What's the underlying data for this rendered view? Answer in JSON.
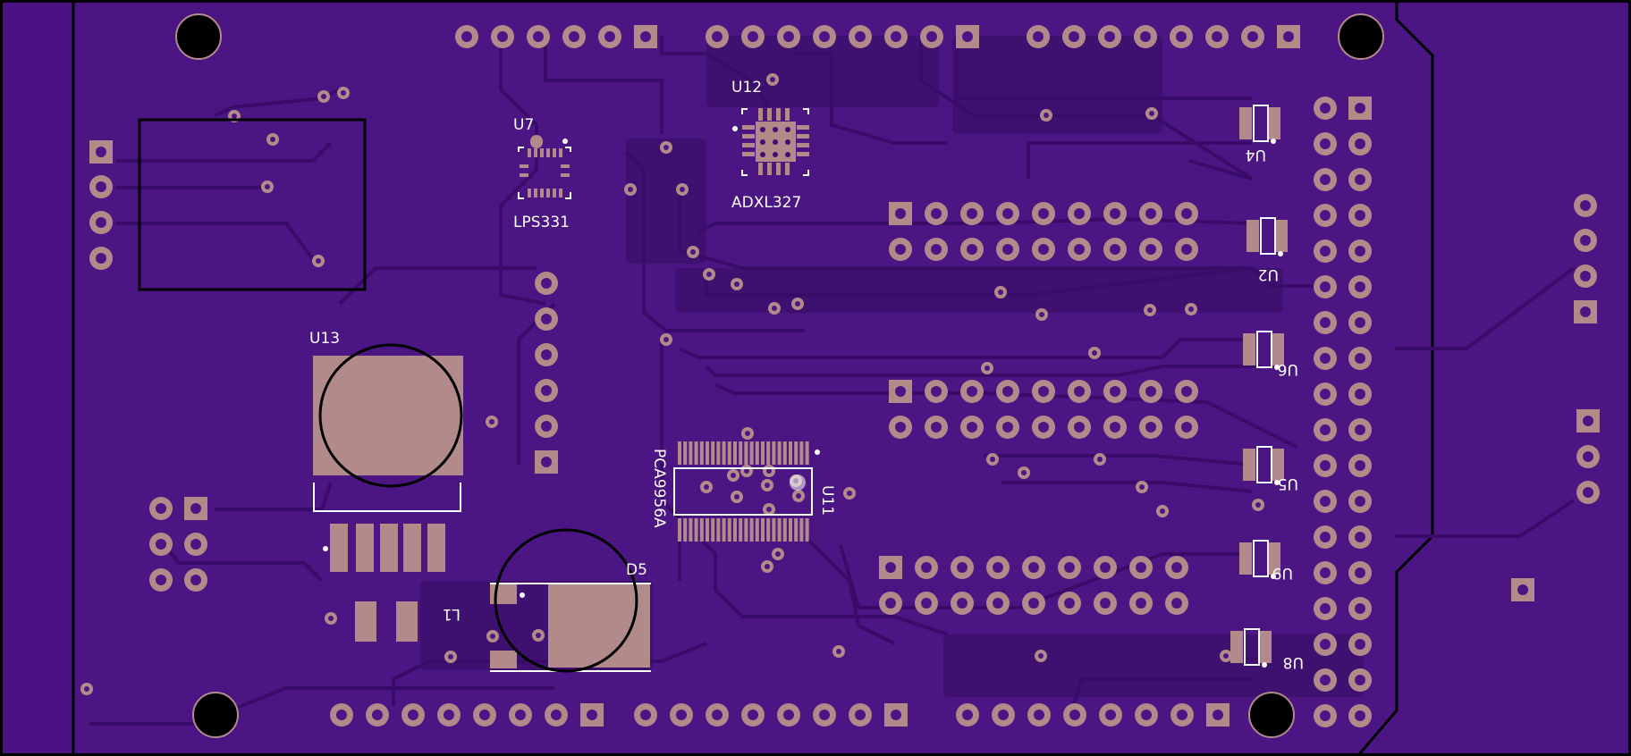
{
  "board": {
    "colors": {
      "board": "#4b1684",
      "board_dark": "#3d0f6e",
      "trace": "#3a0c6a",
      "trace_edge": "#56209a",
      "pad": "#b38a8a",
      "silk": "#ffffff",
      "outline": "#000000",
      "hole": "#000000"
    }
  },
  "labels": {
    "u7": "U7",
    "lps331": "LPS331",
    "u12": "U12",
    "adxl327": "ADXL327",
    "u13": "U13",
    "d5": "D5",
    "l1": "L1",
    "pca9956a": "PCA9956A",
    "u11": "U11",
    "u4": "U4",
    "u2": "U2",
    "u6": "U6",
    "u5": "U5",
    "u9": "U9",
    "u8": "U8"
  }
}
